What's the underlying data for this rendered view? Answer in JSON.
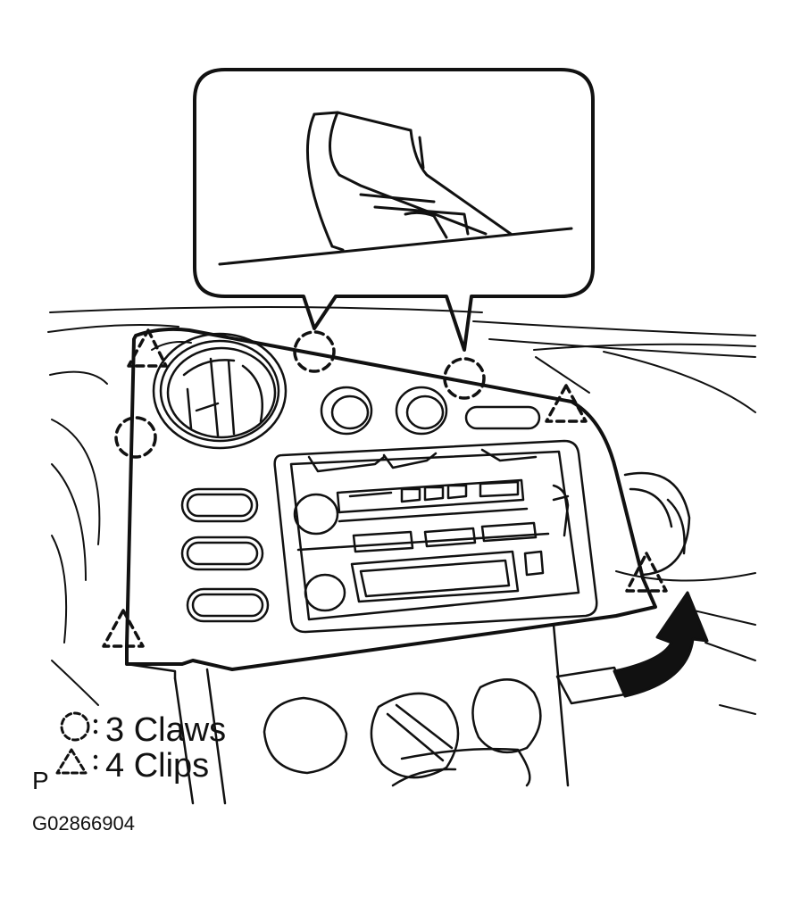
{
  "legend": {
    "claws_label": "3 Claws",
    "clips_label": "4 Clips",
    "claw_symbol": "dashed-circle",
    "clip_symbol": "dashed-triangle"
  },
  "corner_letter": "P",
  "figure_code": "G02866904",
  "markers": {
    "claws": 3,
    "clips": 4
  },
  "colors": {
    "line": "#111111",
    "background": "#ffffff"
  }
}
